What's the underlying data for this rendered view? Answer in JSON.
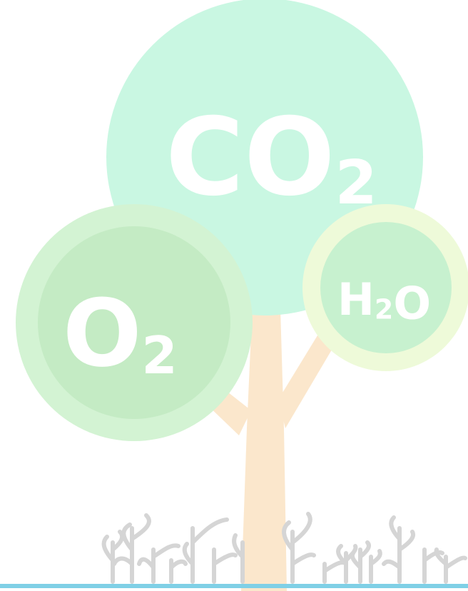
{
  "labels": {
    "co2": {
      "main": "CO",
      "sub": "2"
    },
    "o2": {
      "main": "O",
      "sub": "2"
    },
    "h2o": {
      "pre": "H",
      "sub": "2",
      "post": "O"
    }
  },
  "colors": {
    "co2_circle": "#c9f7e2",
    "o2_outer": "#d3f3d3",
    "o2_inner": "#c4ebc4",
    "h2o_outer": "#eefad9",
    "h2o_inner": "#c7f1cf",
    "trunk": "#fbe7cc",
    "sprouts": "#d5d5d5",
    "ground_line": "#7fd0e6",
    "label_text": "#ffffff"
  }
}
